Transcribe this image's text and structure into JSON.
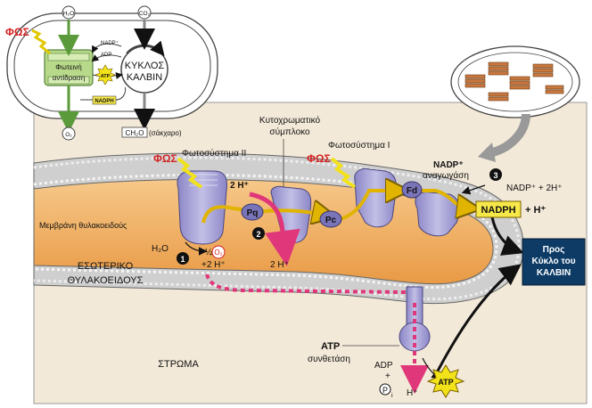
{
  "overview": {
    "light": "ΦΩΣ",
    "water": "H₂O",
    "co2": "CO₂",
    "light_reactions": [
      "Φωτεινή",
      "αντίδραση"
    ],
    "calvin_cycle": [
      "ΚΥΚΛΟΣ",
      "ΚΑΛΒΙΝ"
    ],
    "nadp": "NADP⁺",
    "adp": "ADP",
    "atp": "ATP",
    "nadph": "NADPH",
    "oxygen": "O₂",
    "sugar_formula": "CH₂O",
    "sugar_note": "(σάκχαρο)"
  },
  "membrane": {
    "light_left": "ΦΩΣ",
    "light_right": "ΦΩΣ",
    "photosystem_2": "Φωτοσύστημα II",
    "cytochrome": [
      "Κυτοχρωματικό",
      "σύμπλοκο"
    ],
    "photosystem_1": "Φωτοσύστημα I",
    "nadp_reductase": [
      "NADP⁺",
      "αναγωγάση"
    ],
    "pq": "Pq",
    "pc": "Pc",
    "fd": "Fd",
    "h_in_top": "2 H⁺",
    "h_in_bottom": "2 H⁺",
    "water": "H₂O",
    "half_oxygen_frac": "½",
    "half_oxygen_o2": "O₂",
    "water_h": "+2 H⁺",
    "step_1": "1",
    "step_2": "2",
    "step_3": "3",
    "nadp_equation": "NADP⁺ + 2H⁺",
    "nadph_box": "NADPH",
    "nadph_plus": "+ H⁺",
    "to_calvin": [
      "Προς",
      "Κύκλο του",
      "ΚΑΛΒΙΝ"
    ],
    "membrane_label": "Μεμβράνη θυλακοειδούς",
    "lumen_label": [
      "ΕΣΩΤΕΡΙΚΟ",
      "ΘΥΛΑΚΟΕΙΔΟΥΣ"
    ],
    "stroma_label": "ΣΤΡΩΜΑ",
    "atp_label": "ATP",
    "synthase_label": "συνθετάση",
    "adp": "ADP",
    "plus": "+",
    "phosphate": "P",
    "phosphate_sub": "i",
    "h_out": "H⁺",
    "atp_star": "ATP"
  },
  "colors": {
    "light_red": "#d42020",
    "lightning_yellow": "#f2e21a",
    "protein_purple": "#9a95d0",
    "stroma_bg": "#f3e9d8",
    "lumen_orange": "#f0b46a",
    "membrane_gray": "#b8b8b8",
    "pink_path": "#e0377a",
    "nadph_yellow": "#f7e84a",
    "calvin_box": "#0d3b66"
  }
}
